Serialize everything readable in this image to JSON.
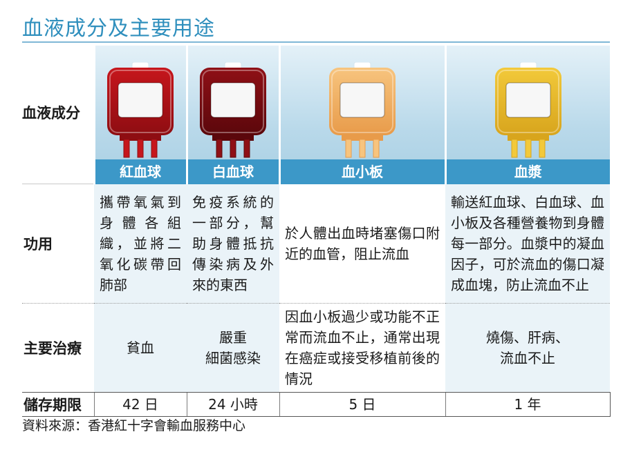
{
  "title": "血液成分及主要用途",
  "row_labels": {
    "components": "血液成分",
    "function": "功用",
    "treatment": "主要治療",
    "storage": "儲存期限"
  },
  "components": [
    {
      "name": "紅血球",
      "bag_color": "#c6161c",
      "bag_dark": "#8e0d12",
      "function": "攜帶氧氣到身體各組織，並將二氧化碳帶回肺部",
      "treatment": "貧血",
      "storage": "42 日"
    },
    {
      "name": "白血球",
      "bag_color": "#8f1016",
      "bag_dark": "#5b070b",
      "function": "免疫系統的一部分，幫助身體抵抗傳染病及外來的東西",
      "treatment": "嚴重\n細菌感染",
      "storage": "24 小時"
    },
    {
      "name": "血小板",
      "bag_color": "#f7c47e",
      "bag_dark": "#e89b4a",
      "function": "於人體出血時堵塞傷口附近的血管，阻止流血",
      "treatment": "因血小板過少或功能不正常而流血不止，通常出現在癌症或接受移植前後的情況",
      "storage": "5 日"
    },
    {
      "name": "血漿",
      "bag_color": "#f2c93a",
      "bag_dark": "#d8a51d",
      "function": "輸送紅血球、白血球、血小板及各種營養物到身體每一部分。血漿中的凝血因子，可於流血的傷口凝成血塊，防止流血不止",
      "treatment": "燒傷、肝病、\n流血不止",
      "storage": "1 年"
    }
  ],
  "source": "資料來源：香港紅十字會輸血服務中心"
}
